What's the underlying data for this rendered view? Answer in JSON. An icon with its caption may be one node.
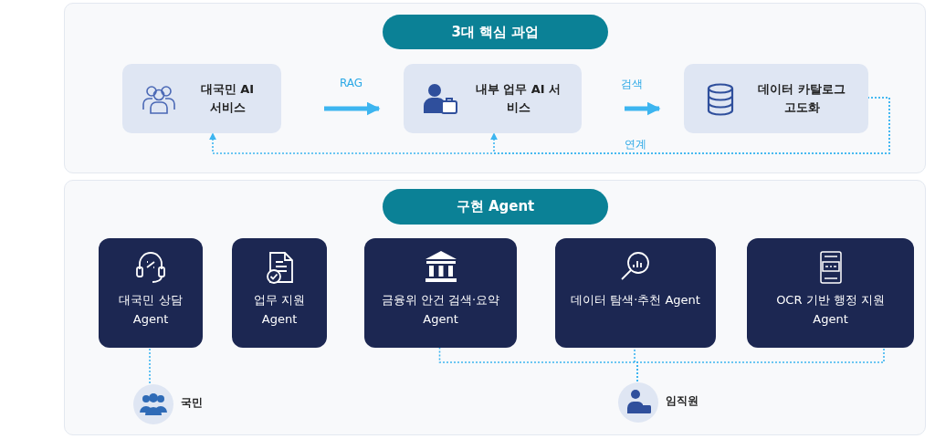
{
  "diagram": {
    "nodes": [
      {
        "text": [],
        "shape": "box"
      },
      {
        "text": [
          "3대 핵심 과업"
        ],
        "in": 0
      },
      {
        "text": [
          "대국민 AI 서비스"
        ],
        "in": 0
      },
      {
        "text": [
          "내부 업무 AI 서비스"
        ],
        "in": 0
      },
      {
        "text": [
          "데이터 카탈로그 고도화"
        ],
        "in": 0
      },
      {
        "text": [],
        "shape": "box"
      },
      {
        "text": [
          "구현 Agent"
        ],
        "in": 5
      },
      {
        "text": [
          "대국민 상담 Agent"
        ],
        "in": 5
      },
      {
        "text": [
          "업무 지원 Agent"
        ],
        "in": 5
      },
      {
        "text": [
          "금융위 안건 검색·요약 Agent"
        ],
        "in": 5
      },
      {
        "text": [
          "데이터 탐색·추천 Agent"
        ],
        "in": 5
      },
      {
        "text": [
          "OCR 기반 행정 지원 Agent"
        ],
        "in": 5
      },
      {
        "text": [
          "국민"
        ],
        "in": 5
      },
      {
        "text": [
          "임직원"
        ],
        "in": 5
      }
    ],
    "edges": [
      {
        "from": 2,
        "to": 3,
        "arrow": "to",
        "label": "RAG",
        "style": "thick"
      },
      {
        "from": 3,
        "to": 4,
        "arrow": "to",
        "label": "검색",
        "style": "thick"
      },
      {
        "from": 4,
        "to": 2,
        "arrow": "to",
        "label": "연계",
        "style": "dashed"
      },
      {
        "from": 4,
        "to": 3,
        "arrow": "to",
        "style": "dashed"
      },
      {
        "from": 12,
        "to": 7,
        "arrow": "none",
        "style": "dashed"
      },
      {
        "from": 13,
        "to": 9,
        "arrow": "none",
        "style": "dashed"
      },
      {
        "from": 13,
        "to": 10,
        "arrow": "none",
        "style": "dashed"
      },
      {
        "from": 13,
        "to": 11,
        "arrow": "none",
        "style": "dashed"
      }
    ]
  }
}
